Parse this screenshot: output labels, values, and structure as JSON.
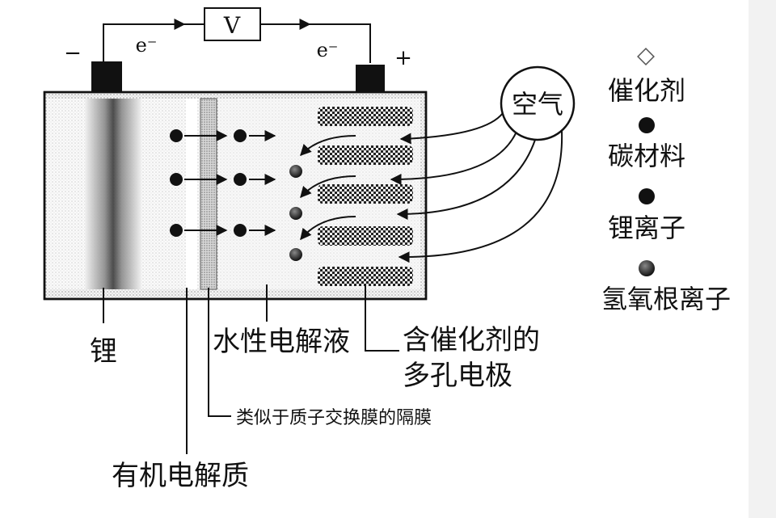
{
  "circuit": {
    "voltmeter": "V",
    "electron_left": "e⁻",
    "electron_right": "e⁻",
    "negative_sign": "−",
    "positive_sign": "+"
  },
  "air_label": "空气",
  "legend": {
    "catalyst": "催化剂",
    "carbon": "碳材料",
    "lithium_ion": "锂离子",
    "hydroxide_ion": "氢氧根离子"
  },
  "labels": {
    "lithium": "锂",
    "aqueous_electrolyte": "水性电解液",
    "electrode_line1": "含催化剂的",
    "electrode_line2": "多孔电极",
    "separator": "类似于质子交换膜的隔膜",
    "organic_electrolyte": "有机电解质"
  }
}
